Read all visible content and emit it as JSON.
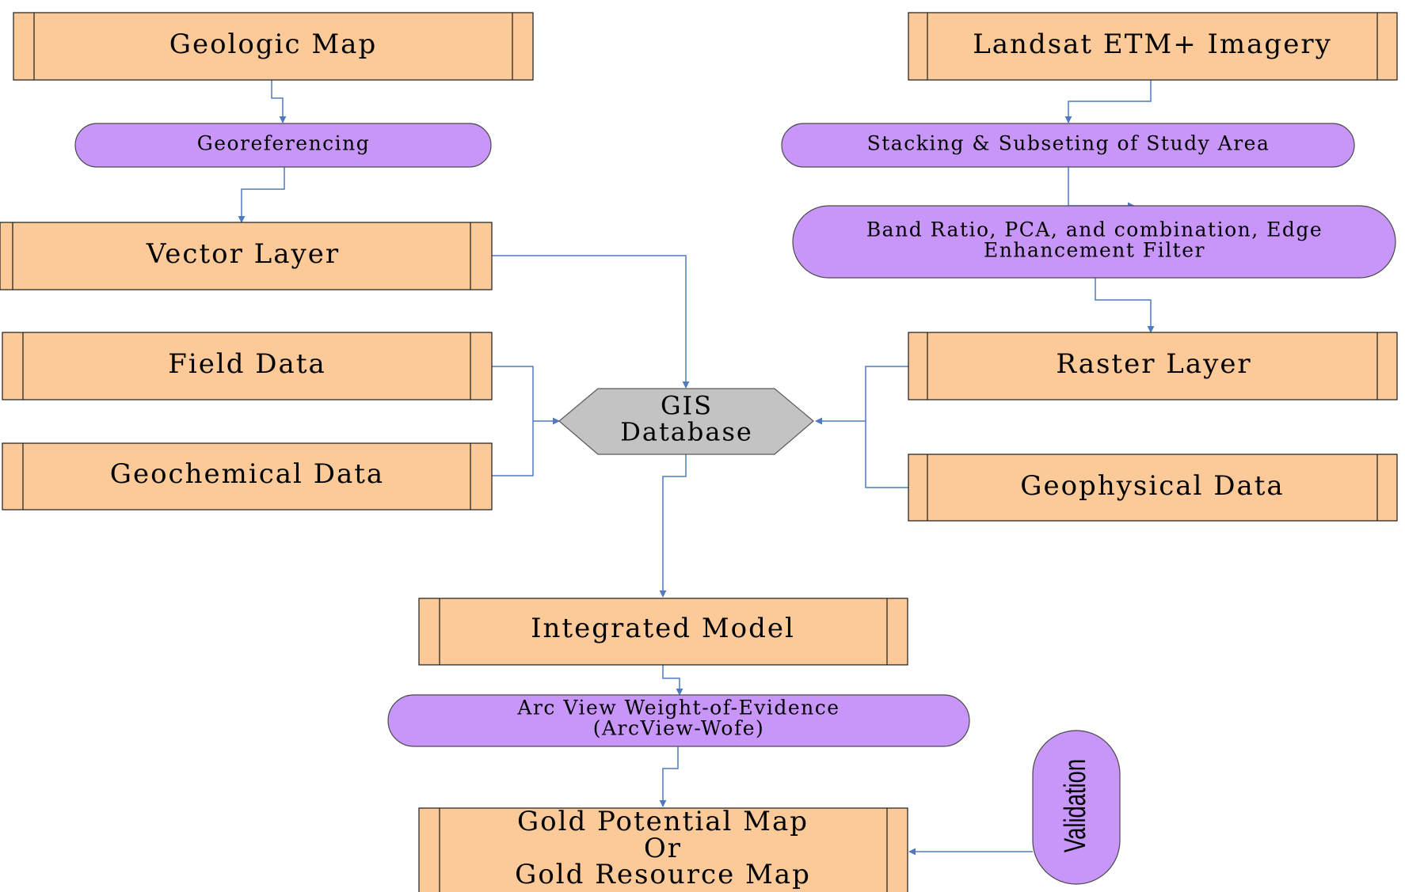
{
  "colors": {
    "box_fill": "#fcca98",
    "box_stroke": "#1a1a1a",
    "pill_fill": "#c896f8",
    "pill_stroke": "#4a4a4a",
    "hex_fill": "#c3c3c3",
    "connector": "#4f7ac0"
  },
  "boxes": {
    "geologic_map": "Geologic Map",
    "landsat": "Landsat ETM+ Imagery",
    "vector_layer": "Vector Layer",
    "field_data": "Field Data",
    "geochemical_data": "Geochemical Data",
    "raster_layer": "Raster Layer",
    "geophysical_data": "Geophysical Data",
    "integrated_model": "Integrated Model",
    "gold_map_line1": "Gold Potential Map",
    "gold_map_line2": "Or",
    "gold_map_line3": "Gold Resource Map"
  },
  "processes": {
    "georeferencing": "Georeferencing",
    "stacking": "Stacking & Subseting of Study Area",
    "band_ratio_line1": "Band Ratio, PCA,  and combination, Edge",
    "band_ratio_line2": "Enhancement  Filter",
    "arcview_line1": "Arc View Weight-of-Evidence",
    "arcview_line2": "(ArcView-Wofe)",
    "validation": "Validation"
  },
  "database": {
    "line1": "GIS",
    "line2": "Database"
  }
}
